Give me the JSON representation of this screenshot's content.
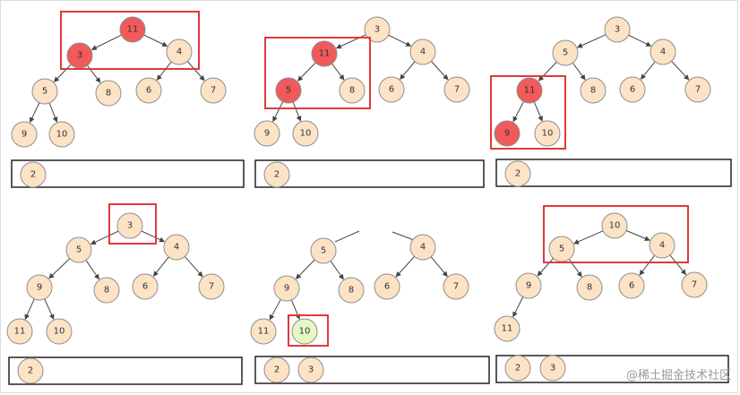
{
  "colors": {
    "node_fill": "#fde3c6",
    "node_highlight_fill": "#f15a5a",
    "node_new_fill": "#e5f7c4",
    "node_stroke": "#8f8f8f",
    "frame_red": "#e03a3a",
    "frame_green": "#e03a3a"
  },
  "panels": [
    {
      "nodes": [
        {
          "id": "n11",
          "label": "11",
          "state": "highlight"
        },
        {
          "id": "n3",
          "label": "3",
          "state": "highlight"
        },
        {
          "id": "n4",
          "label": "4"
        },
        {
          "id": "n5",
          "label": "5"
        },
        {
          "id": "n8",
          "label": "8"
        },
        {
          "id": "n6",
          "label": "6"
        },
        {
          "id": "n7",
          "label": "7"
        },
        {
          "id": "n9",
          "label": "9"
        },
        {
          "id": "n10",
          "label": "10"
        }
      ],
      "edges": [
        [
          "n11",
          "n3"
        ],
        [
          "n11",
          "n4"
        ],
        [
          "n3",
          "n5"
        ],
        [
          "n3",
          "n8"
        ],
        [
          "n4",
          "n6"
        ],
        [
          "n4",
          "n7"
        ],
        [
          "n5",
          "n9"
        ],
        [
          "n5",
          "n10"
        ]
      ],
      "box_items": [
        "2"
      ]
    },
    {
      "nodes": [
        {
          "id": "n3",
          "label": "3"
        },
        {
          "id": "n11",
          "label": "11",
          "state": "highlight"
        },
        {
          "id": "n4",
          "label": "4"
        },
        {
          "id": "n5",
          "label": "5",
          "state": "highlight"
        },
        {
          "id": "n8",
          "label": "8"
        },
        {
          "id": "n6",
          "label": "6"
        },
        {
          "id": "n7",
          "label": "7"
        },
        {
          "id": "n9",
          "label": "9"
        },
        {
          "id": "n10",
          "label": "10"
        }
      ],
      "edges": [
        [
          "n3",
          "n11"
        ],
        [
          "n3",
          "n4"
        ],
        [
          "n11",
          "n5"
        ],
        [
          "n11",
          "n8"
        ],
        [
          "n4",
          "n6"
        ],
        [
          "n4",
          "n7"
        ],
        [
          "n5",
          "n9"
        ],
        [
          "n5",
          "n10"
        ]
      ],
      "box_items": [
        "2"
      ]
    },
    {
      "nodes": [
        {
          "id": "n3",
          "label": "3"
        },
        {
          "id": "n5",
          "label": "5"
        },
        {
          "id": "n4",
          "label": "4"
        },
        {
          "id": "n11",
          "label": "11",
          "state": "highlight"
        },
        {
          "id": "n8",
          "label": "8"
        },
        {
          "id": "n6",
          "label": "6"
        },
        {
          "id": "n7",
          "label": "7"
        },
        {
          "id": "n9",
          "label": "9",
          "state": "highlight"
        },
        {
          "id": "n10",
          "label": "10"
        }
      ],
      "edges": [
        [
          "n3",
          "n5"
        ],
        [
          "n3",
          "n4"
        ],
        [
          "n5",
          "n11"
        ],
        [
          "n5",
          "n8"
        ],
        [
          "n4",
          "n6"
        ],
        [
          "n4",
          "n7"
        ],
        [
          "n11",
          "n9"
        ],
        [
          "n11",
          "n10"
        ]
      ],
      "box_items": [
        "2"
      ]
    },
    {
      "nodes": [
        {
          "id": "n3",
          "label": "3"
        },
        {
          "id": "n5",
          "label": "5"
        },
        {
          "id": "n4",
          "label": "4"
        },
        {
          "id": "n9",
          "label": "9"
        },
        {
          "id": "n8",
          "label": "8"
        },
        {
          "id": "n6",
          "label": "6"
        },
        {
          "id": "n7",
          "label": "7"
        },
        {
          "id": "n11",
          "label": "11"
        },
        {
          "id": "n10",
          "label": "10"
        }
      ],
      "edges": [
        [
          "n3",
          "n5"
        ],
        [
          "n3",
          "n4"
        ],
        [
          "n5",
          "n9"
        ],
        [
          "n5",
          "n8"
        ],
        [
          "n4",
          "n6"
        ],
        [
          "n4",
          "n7"
        ],
        [
          "n9",
          "n11"
        ],
        [
          "n9",
          "n10"
        ]
      ],
      "box_items": [
        "2"
      ]
    },
    {
      "nodes": [
        {
          "id": "n5",
          "label": "5"
        },
        {
          "id": "n4",
          "label": "4"
        },
        {
          "id": "n9",
          "label": "9"
        },
        {
          "id": "n8",
          "label": "8"
        },
        {
          "id": "n6",
          "label": "6"
        },
        {
          "id": "n7",
          "label": "7"
        },
        {
          "id": "n11",
          "label": "11"
        },
        {
          "id": "n10",
          "label": "10",
          "state": "new"
        }
      ],
      "edges": [
        [
          "n5",
          "n9"
        ],
        [
          "n5",
          "n8"
        ],
        [
          "n4",
          "n6"
        ],
        [
          "n4",
          "n7"
        ],
        [
          "n9",
          "n11"
        ],
        [
          "n9",
          "n10"
        ]
      ],
      "box_items": [
        "2",
        "3"
      ]
    },
    {
      "nodes": [
        {
          "id": "n10",
          "label": "10"
        },
        {
          "id": "n5",
          "label": "5"
        },
        {
          "id": "n4",
          "label": "4"
        },
        {
          "id": "n9",
          "label": "9"
        },
        {
          "id": "n8",
          "label": "8"
        },
        {
          "id": "n6",
          "label": "6"
        },
        {
          "id": "n7",
          "label": "7"
        },
        {
          "id": "n11",
          "label": "11"
        }
      ],
      "edges": [
        [
          "n10",
          "n5"
        ],
        [
          "n10",
          "n4"
        ],
        [
          "n5",
          "n9"
        ],
        [
          "n5",
          "n8"
        ],
        [
          "n4",
          "n6"
        ],
        [
          "n4",
          "n7"
        ],
        [
          "n9",
          "n11"
        ]
      ],
      "box_items": [
        "2",
        "3"
      ]
    }
  ],
  "watermark": "@稀土掘金技术社区"
}
